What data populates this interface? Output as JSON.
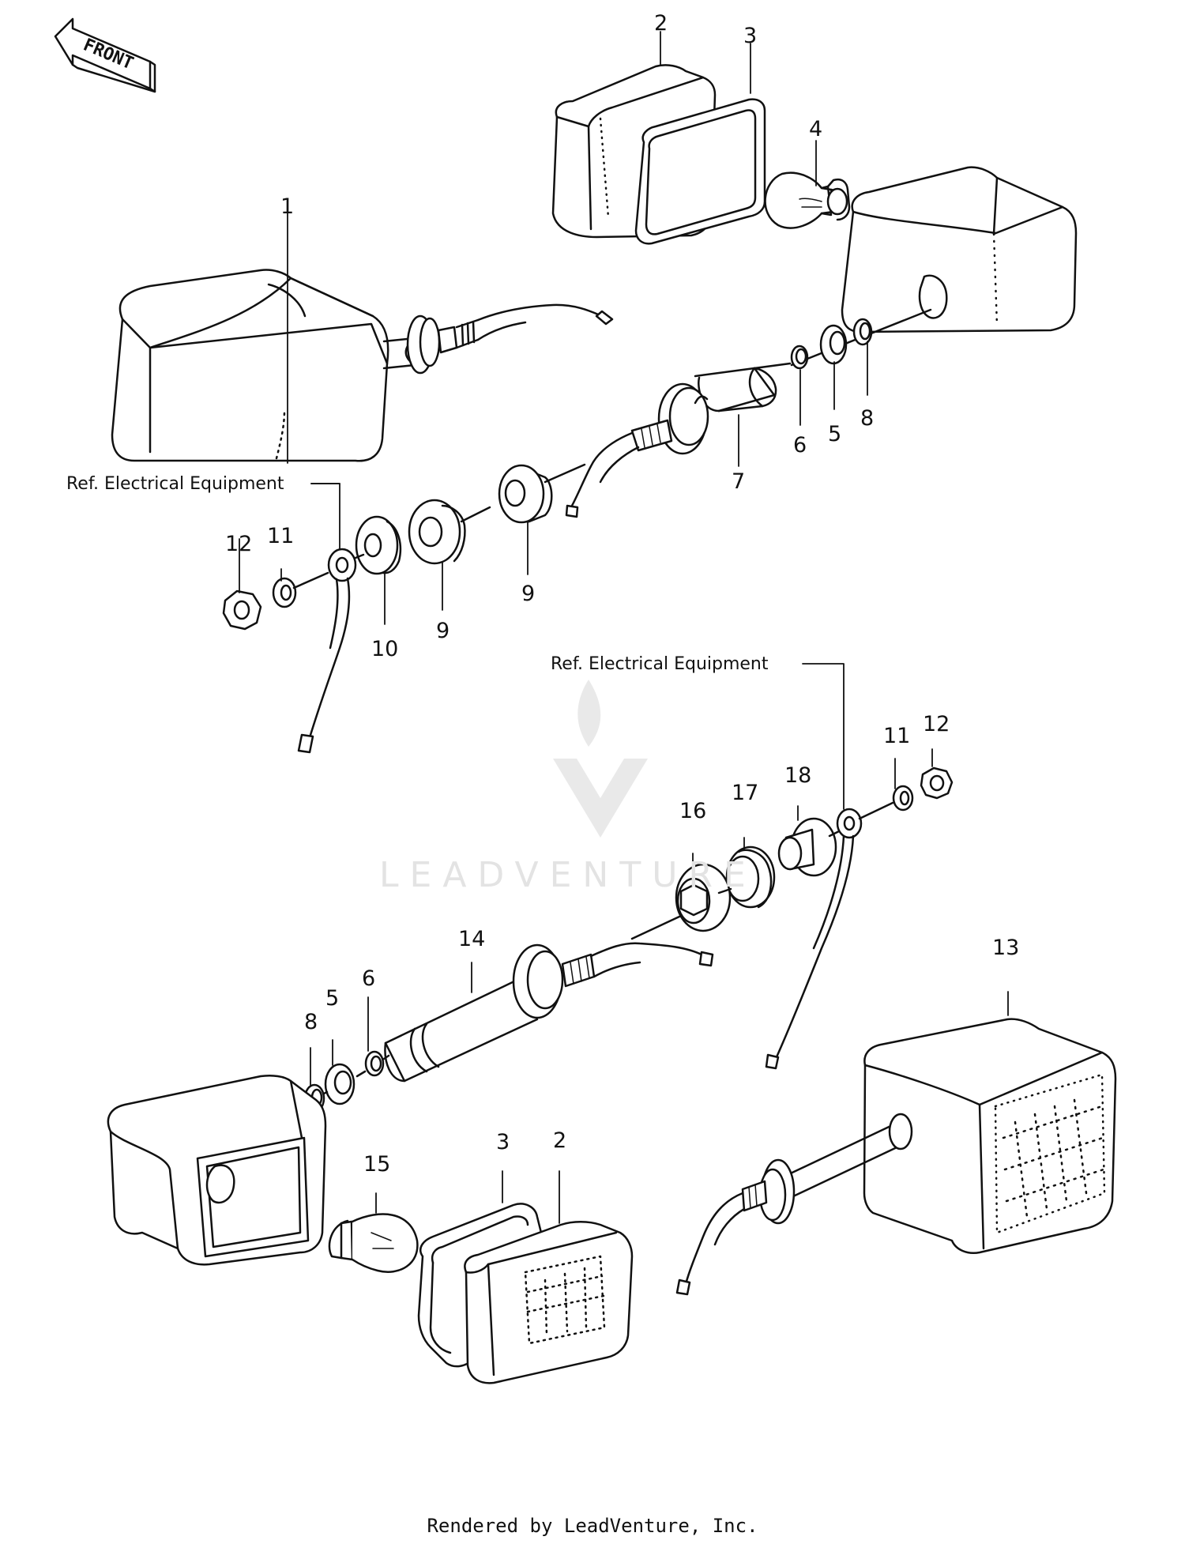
{
  "front_arrow": {
    "label": "FRONT"
  },
  "ref_electrical": {
    "upper": "Ref. Electrical Equipment",
    "lower": "Ref. Electrical Equipment"
  },
  "watermark": "LEADVENTURE",
  "footer": "Rendered by LeadVenture, Inc.",
  "callouts": {
    "c1": "1",
    "c2a": "2",
    "c3a": "3",
    "c4": "4",
    "c5a": "5",
    "c6a": "6",
    "c7": "7",
    "c8a": "8",
    "c9a": "9",
    "c9b": "9",
    "c10": "10",
    "c11a": "11",
    "c12a": "12",
    "c11b": "11",
    "c12b": "12",
    "c13": "13",
    "c14": "14",
    "c15": "15",
    "c16": "16",
    "c17": "17",
    "c18": "18",
    "c8b": "8",
    "c5b": "5",
    "c6b": "6",
    "c3b": "3",
    "c2b": "2"
  }
}
